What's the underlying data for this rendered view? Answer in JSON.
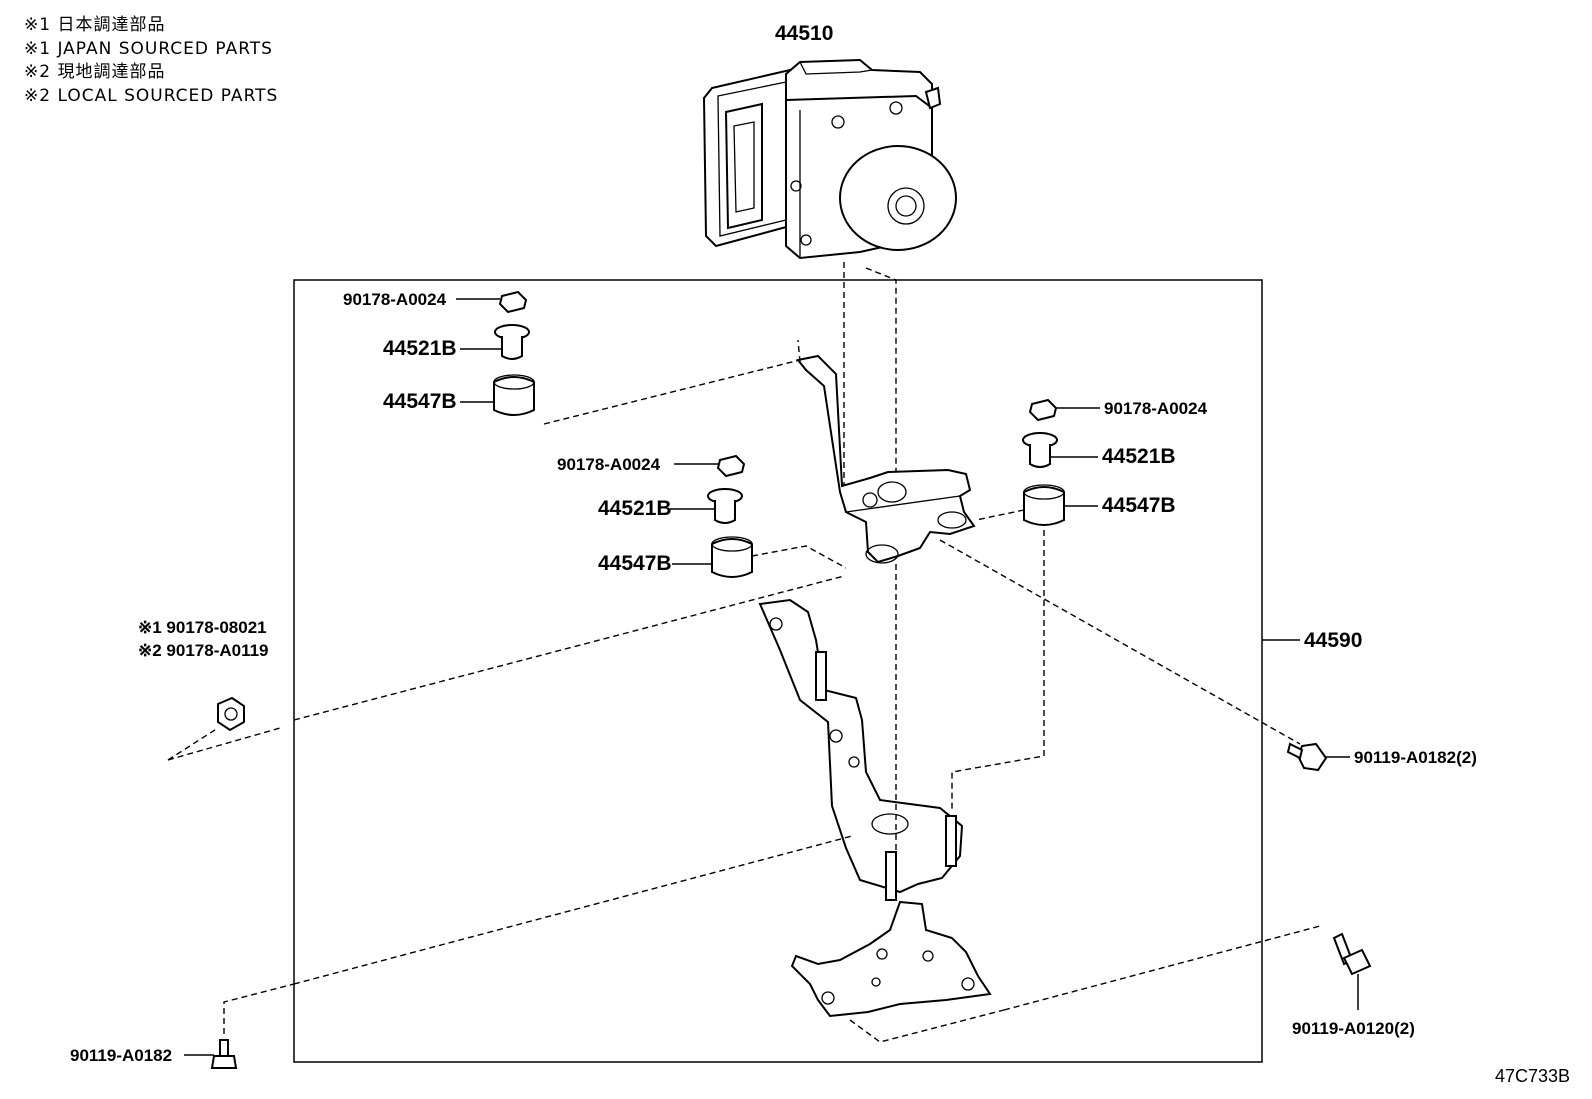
{
  "legend": {
    "line1": "※1 日本調達部品",
    "line2": "※1 JAPAN SOURCED PARTS",
    "line3": "※2 現地調達部品",
    "line4": "※2 LOCAL SOURCED PARTS"
  },
  "diagram_code": "47C733B",
  "parts": {
    "actuator": "44510",
    "bracket_assy": "44590",
    "nut_a": "90178-A0024",
    "nut_b": "90178-A0024",
    "nut_c": "90178-A0024",
    "collar_a": "44521B",
    "collar_b": "44521B",
    "collar_c": "44521B",
    "cushion_a": "44547B",
    "cushion_b": "44547B",
    "cushion_c": "44547B",
    "nut_japan": "※1 90178-08021",
    "nut_local": "※2 90178-A0119",
    "bolt_right": "90119-A0182(2)",
    "bolt_bottom_left": "90119-A0182",
    "bolt_bottom_right": "90119-A0120(2)"
  }
}
